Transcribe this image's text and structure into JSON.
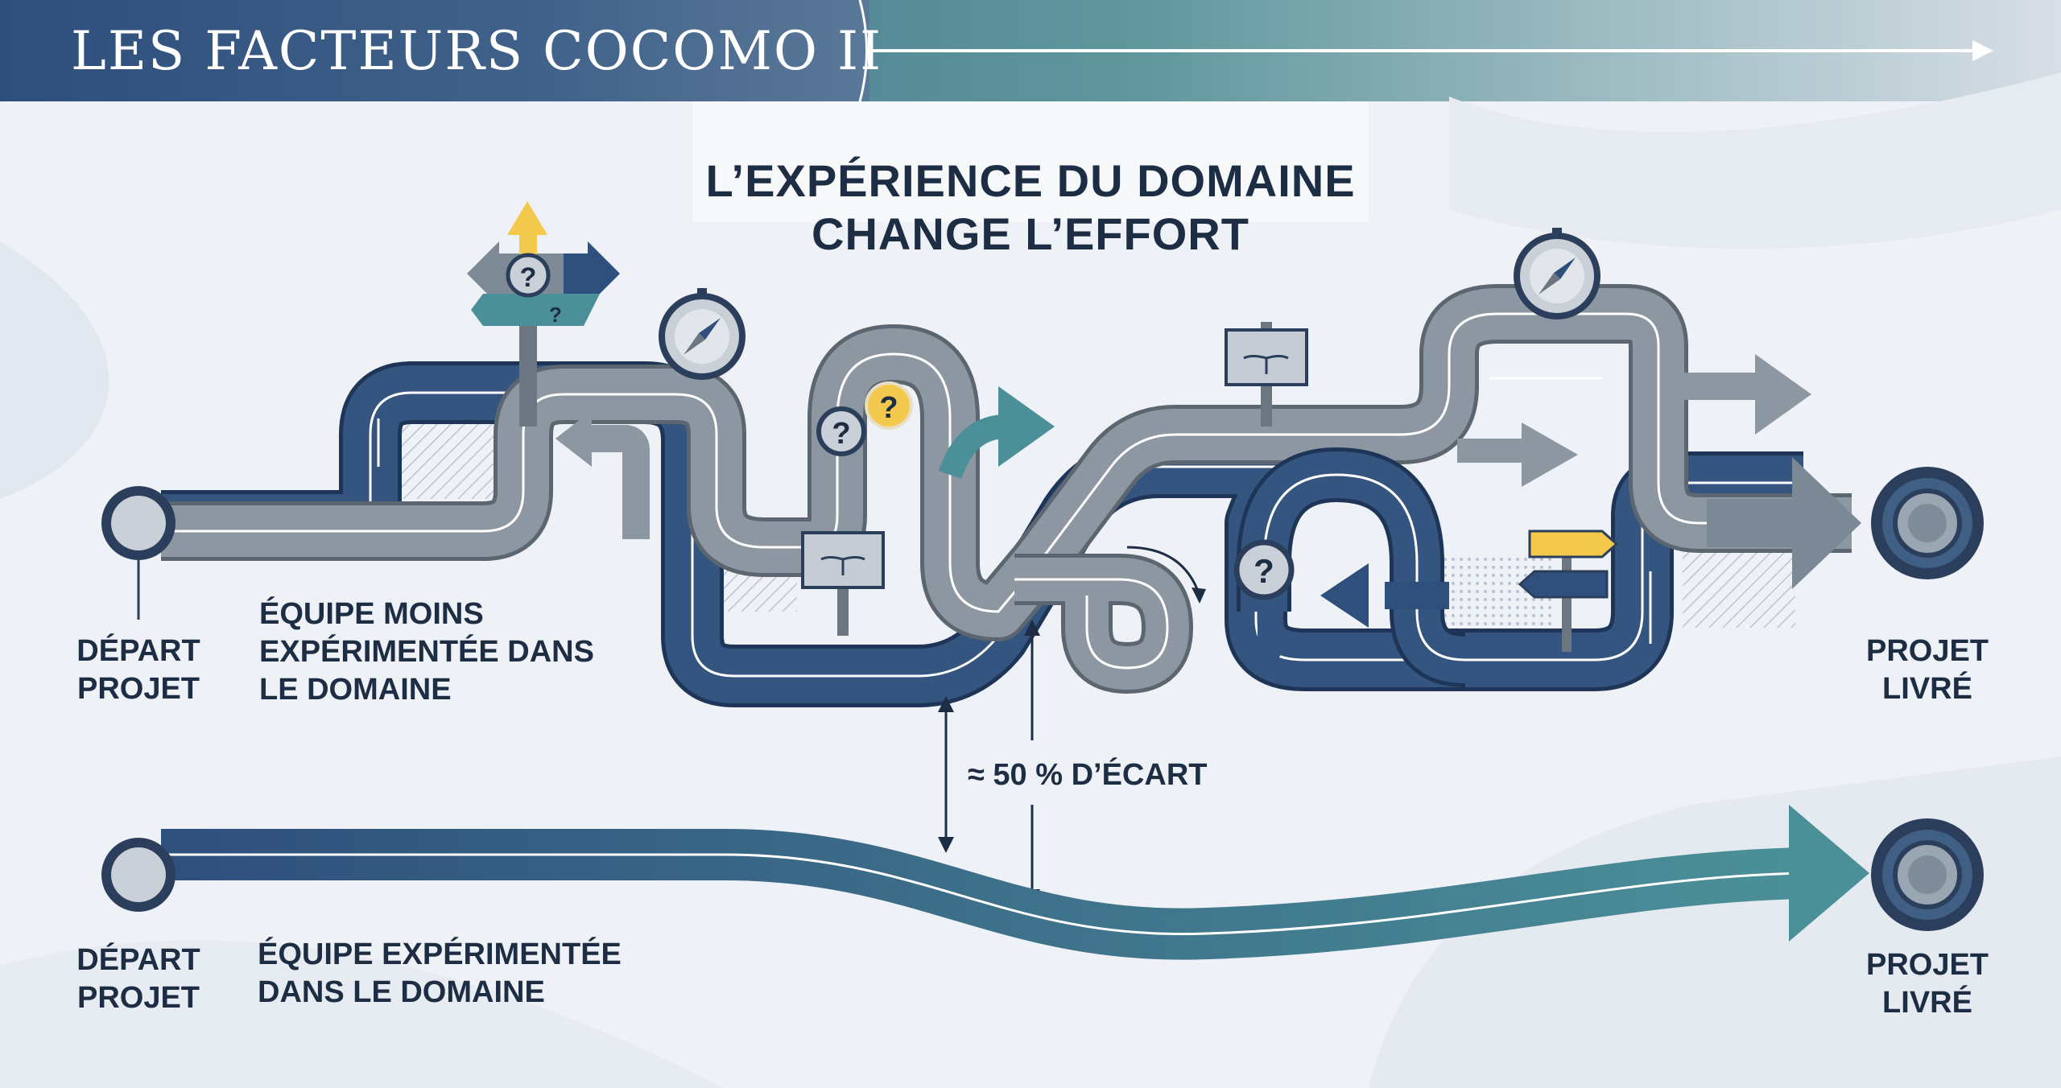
{
  "header": {
    "title": "LES FACTEURS COCOMO II"
  },
  "headline": {
    "line1": "L’EXPÉRIENCE DU DOMAINE",
    "line2": "CHANGE L’EFFORT"
  },
  "upper_path": {
    "start_label_line1": "DÉPART",
    "start_label_line2": "PROJET",
    "team_line1": "ÉQUIPE MOINS",
    "team_line2": "EXPÉRIMENTÉE DANS",
    "team_line3": "LE DOMAINE",
    "end_label_line1": "PROJET",
    "end_label_line2": "LIVRÉ"
  },
  "gap": {
    "label": "≈ 50 % D’ÉCART"
  },
  "lower_path": {
    "start_label_line1": "DÉPART",
    "start_label_line2": "PROJET",
    "team_line1": "ÉQUIPE EXPÉRIMENTÉE",
    "team_line2": "DANS LE DOMAINE",
    "end_label_line1": "PROJET",
    "end_label_line2": "LIVRÉ"
  },
  "colors": {
    "navy": "#2f4f7c",
    "teal": "#4b9098",
    "gray": "#8a949e",
    "accent_yellow": "#f2c94c"
  },
  "icons": [
    "compass-icon",
    "question-mark-icon",
    "signpost-icon",
    "fork-sign-icon",
    "target-icon"
  ]
}
